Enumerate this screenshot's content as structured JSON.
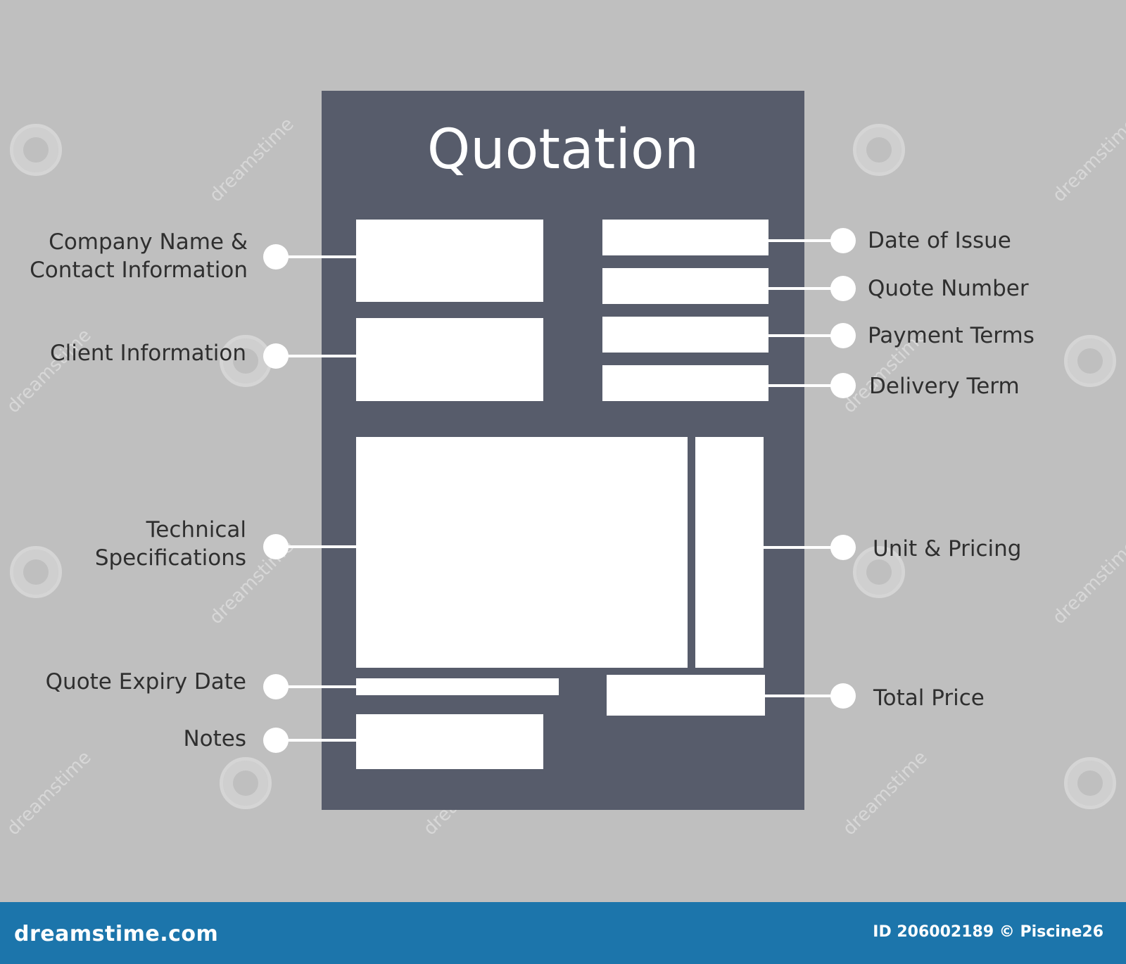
{
  "document": {
    "title": "Quotation"
  },
  "labels": {
    "company": [
      "Company Name &",
      "Contact Information"
    ],
    "client": "Client Information",
    "technical": [
      "Technical",
      "Specifications"
    ],
    "expiry": "Quote Expiry Date",
    "notes": "Notes",
    "date_of_issue": "Date of Issue",
    "quote_number": "Quote Number",
    "payment_terms": "Payment Terms",
    "delivery_term": "Delivery Term",
    "unit_pricing": "Unit & Pricing",
    "total_price": "Total Price"
  },
  "watermark": {
    "text": "dreamstime"
  },
  "footer": {
    "logo": "dreamstime.com",
    "credit": "ID 206002189 © Piscine26"
  },
  "colors": {
    "background": "#bfbfbf",
    "sheet": "#575c6b",
    "box": "#ffffff",
    "label": "#2f2f2f",
    "footer": "#1c75ab"
  }
}
